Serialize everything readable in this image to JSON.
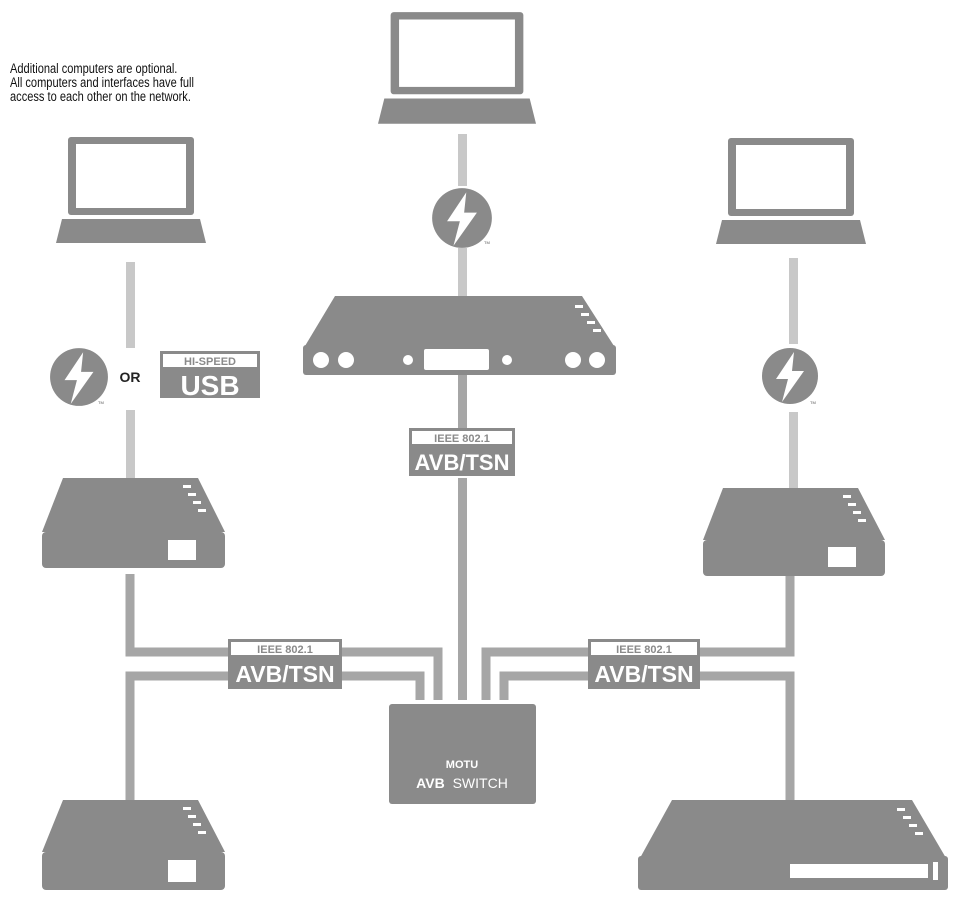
{
  "note": {
    "line1": "Additional computers are optional.",
    "line2": "All computers and interfaces have full",
    "line3": "access to each other on the network."
  },
  "connector_or": "OR",
  "usb_badge": {
    "top": "HI-SPEED",
    "main": "USB"
  },
  "avb_badge": {
    "top": "IEEE 802.1",
    "main": "AVB/TSN"
  },
  "tm_mark": "TM",
  "switch": {
    "brand": "MOTU",
    "avb": "AVB",
    "label": "SWITCH"
  },
  "colors": {
    "device": "#8a8a8a",
    "device_dark": "#6e6e6e",
    "cable": "#a6a6a6",
    "cable_light": "#c8c8c8",
    "badge_text": "#ffffff"
  }
}
